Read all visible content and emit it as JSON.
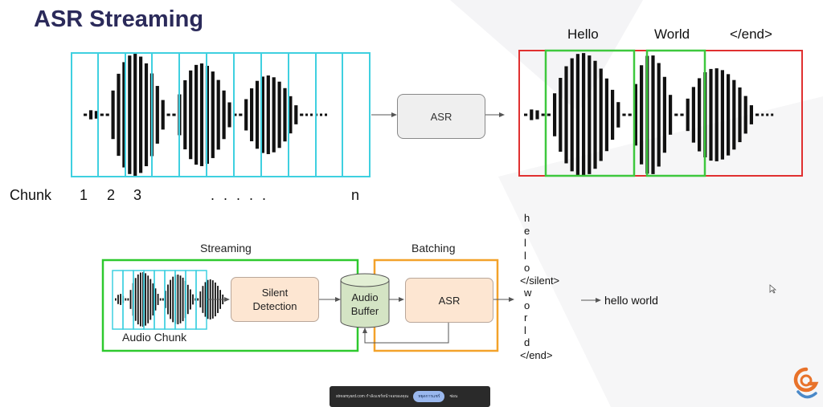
{
  "title": "ASR Streaming",
  "top": {
    "chunk_label": "Chunk",
    "chunk_numbers": [
      "1",
      "2",
      "3"
    ],
    "chunk_ellipsis": ". . . . .",
    "chunk_last": "n",
    "asr_label": "ASR",
    "output_words": [
      "Hello",
      "World",
      "</end>"
    ]
  },
  "bottom": {
    "streaming_label": "Streaming",
    "batching_label": "Batching",
    "audio_chunk_label": "Audio Chunk",
    "silent_detection_line1": "Silent",
    "silent_detection_line2": "Detection",
    "audio_buffer_line1": "Audio",
    "audio_buffer_line2": "Buffer",
    "asr_label": "ASR",
    "stream_tokens": [
      "h",
      "e",
      "l",
      "l",
      "o",
      "</silent>",
      "w",
      "o",
      "r",
      "l",
      "d",
      "</end>"
    ],
    "result_text": "hello world"
  },
  "colors": {
    "chunk_border": "#3fd0e0",
    "word_box": "#3ec83e",
    "utterance_box": "#e03030",
    "streaming_box": "#2ec92e",
    "batching_box": "#f3a22a",
    "title": "#2b2a5a"
  },
  "toast": {
    "text": "streamyard.com กำลังแชร์หน้าจอของคุณ",
    "stop_button": "หยุดการแชร์",
    "hide": "ซ่อน"
  }
}
